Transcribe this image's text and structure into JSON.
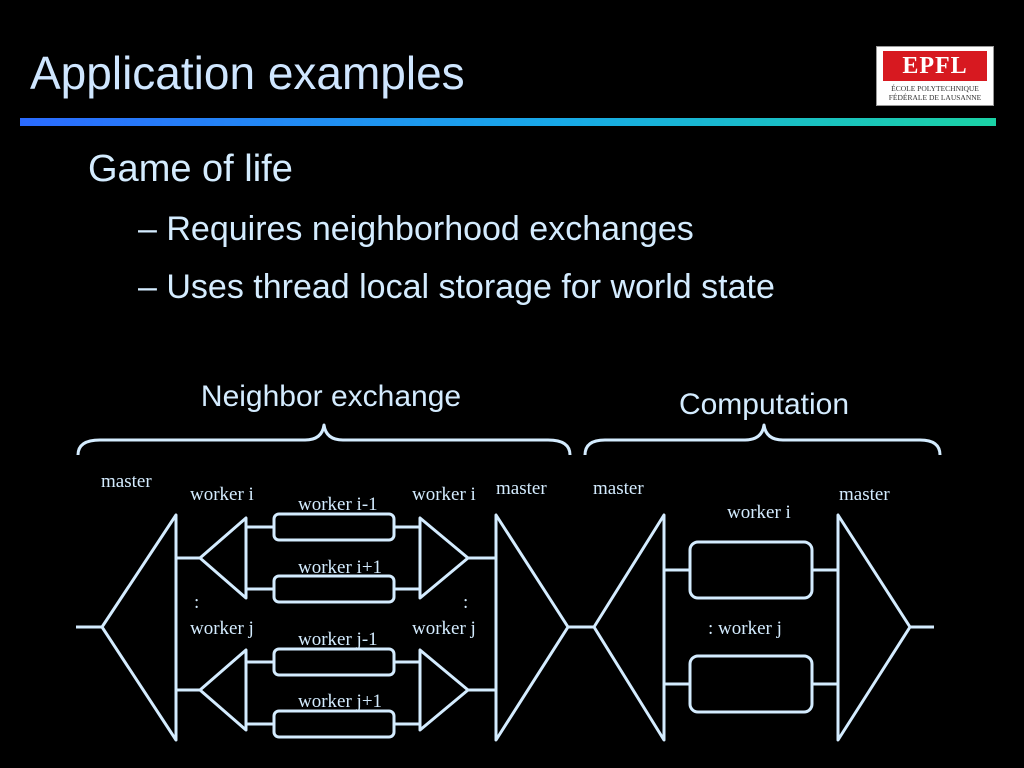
{
  "slide": {
    "title": "Application examples",
    "bullets": [
      "Game of life",
      "– Requires neighborhood exchanges",
      "– Uses thread local storage for world state"
    ]
  },
  "logo": {
    "mark": "EPFL",
    "line1": "ÉCOLE POLYTECHNIQUE",
    "line2": "FÉDÉRALE DE LAUSANNE"
  },
  "diagram": {
    "brace_labels": {
      "neighbor_exchange": "Neighbor exchange",
      "computation": "Computation"
    },
    "labels": {
      "master_1": "master",
      "master_2": "master",
      "master_3": "master",
      "master_4": "master",
      "worker_i_1": "worker i",
      "worker_i_2": "worker i",
      "worker_i_3": "worker i",
      "worker_i_minus_1_top": "worker i-1",
      "worker_i_plus_1_top": "worker i+1",
      "colon_1": ":",
      "colon_2": ":",
      "worker_j_1": "worker j",
      "worker_j_2": "worker j",
      "worker_j_3": ":  worker j",
      "worker_j_minus_1": "worker j-1",
      "worker_j_plus_1": "worker j+1"
    }
  }
}
